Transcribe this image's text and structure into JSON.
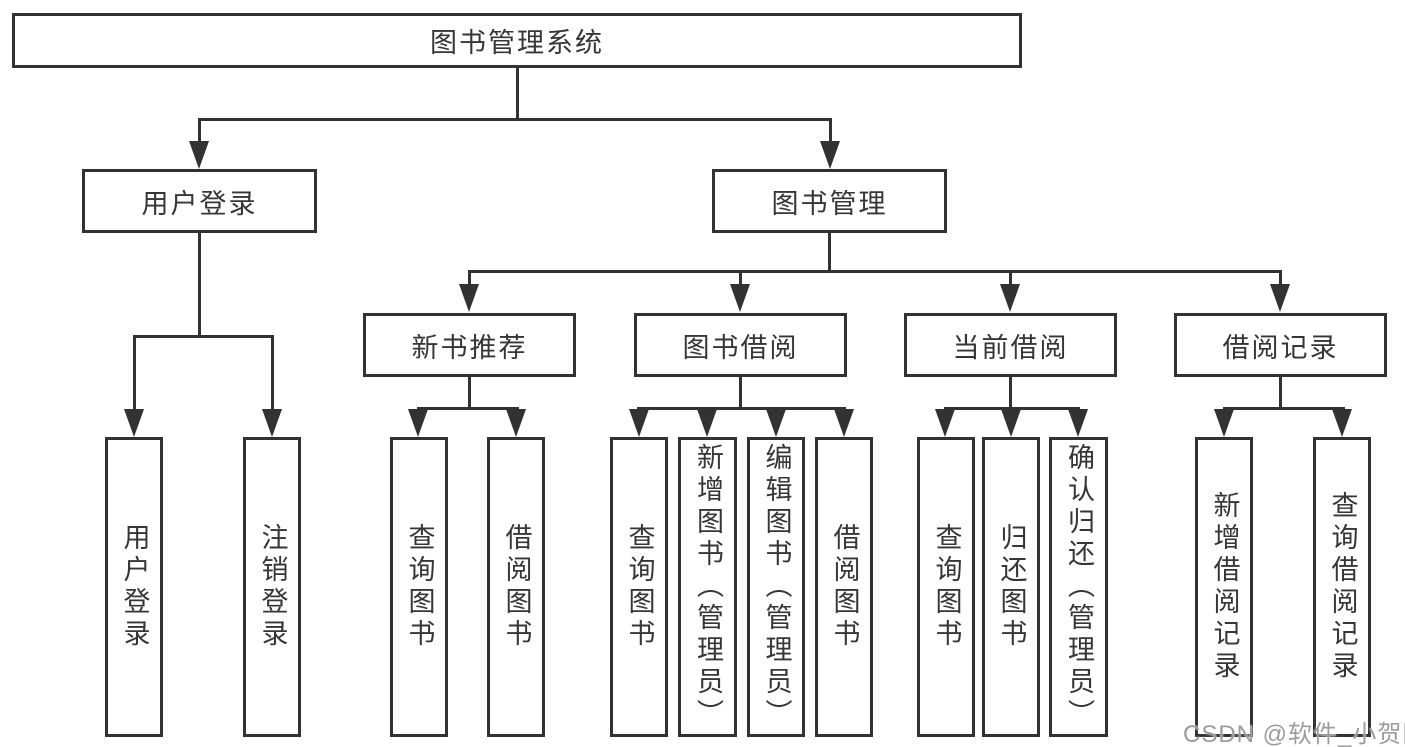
{
  "diagram": {
    "root": {
      "label": "图书管理系统"
    },
    "level2": [
      {
        "label": "用户登录"
      },
      {
        "label": "图书管理"
      }
    ],
    "level3": [
      {
        "label": "新书推荐"
      },
      {
        "label": "图书借阅"
      },
      {
        "label": "当前借阅"
      },
      {
        "label": "借阅记录"
      }
    ],
    "leaves_login": [
      "用户登录",
      "注销登录"
    ],
    "leaves_newbook": [
      "查询图书",
      "借阅图书"
    ],
    "leaves_borrow": [
      "查询图书",
      "新增图书（管理员）",
      "编辑图书（管理员）",
      "借阅图书"
    ],
    "leaves_current": [
      "查询图书",
      "归还图书",
      "确认归还（管理员）"
    ],
    "leaves_records": [
      "新增借阅记录",
      "查询借阅记录"
    ]
  },
  "watermark": {
    "text": "CSDN @软件_小贺同学",
    "color": "#9c9c9c"
  },
  "colors": {
    "line": "#323232",
    "box_text": "#363636",
    "background": "#ffffff"
  }
}
